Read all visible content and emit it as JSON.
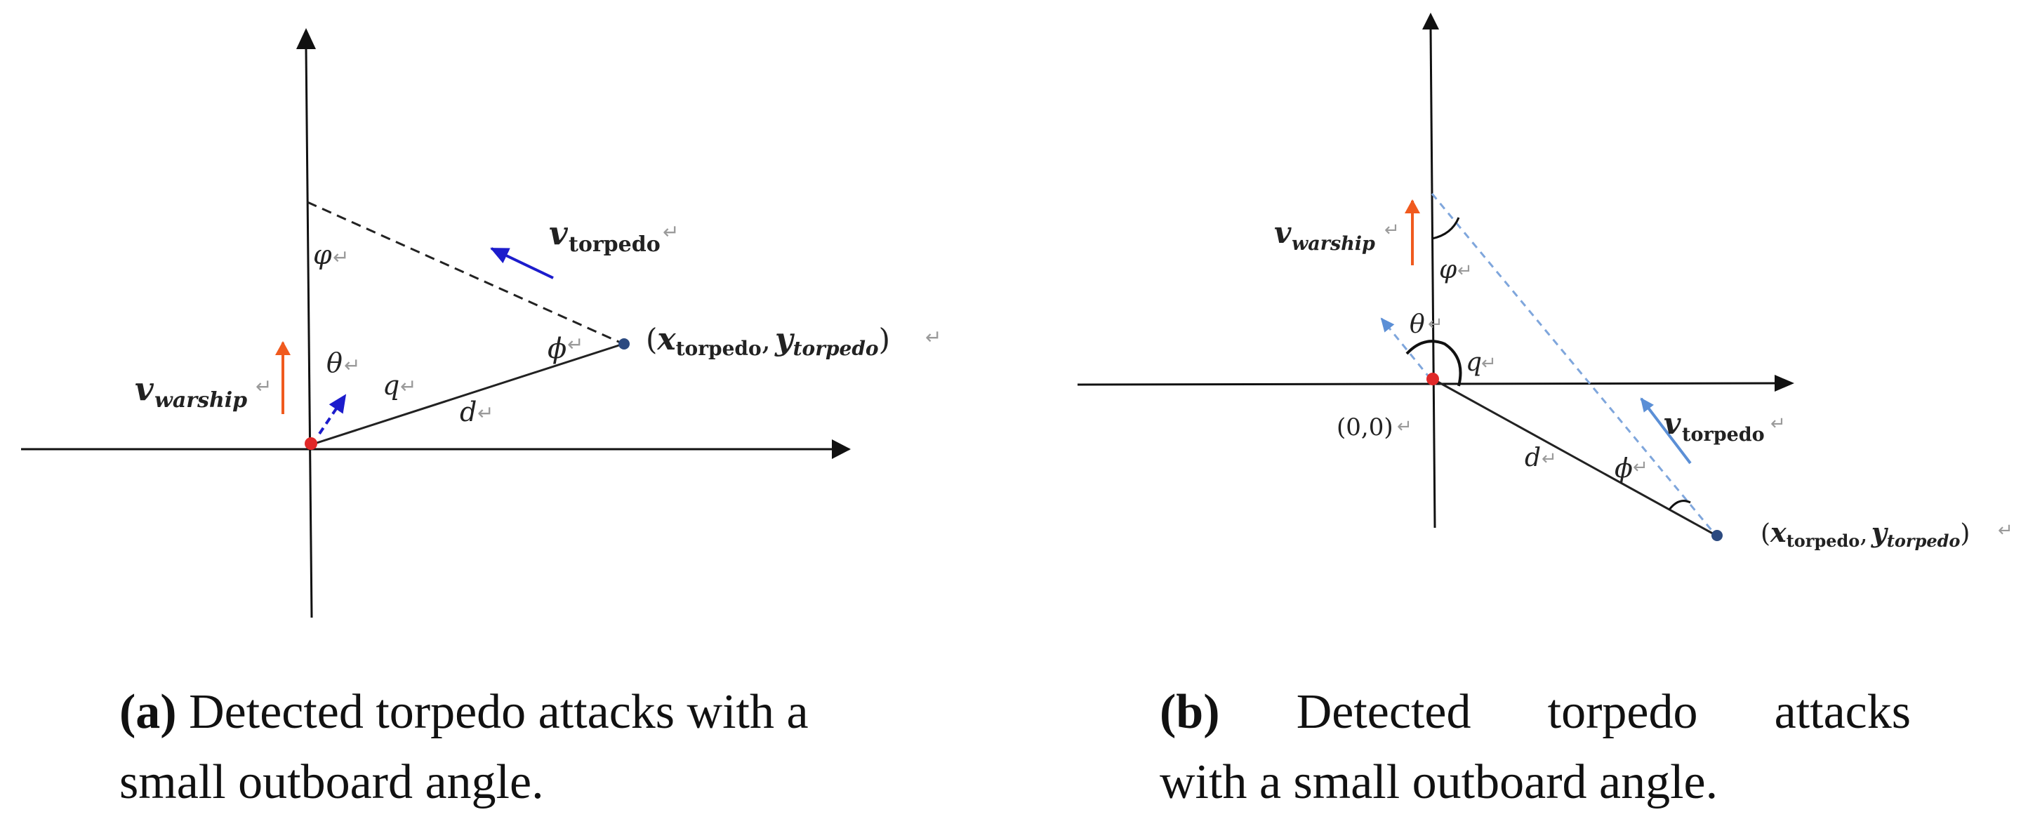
{
  "panel_a": {
    "labels": {
      "v_torpedo": "v",
      "v_torpedo_sub": "torpedo",
      "v_warship": "v",
      "v_warship_sub": "warship",
      "varphi": "φ",
      "theta": "θ",
      "q": "q",
      "d": "d",
      "phi": "ϕ",
      "coord_open": "(",
      "coord_x": "x",
      "coord_x_sub": "torpedo",
      "coord_sep": ",",
      "coord_y": "y",
      "coord_y_sub": "torpedo",
      "coord_close": ")"
    },
    "caption_tag": "(a)",
    "caption_text": "Detected torpedo attacks with a small outboard angle."
  },
  "panel_b": {
    "labels": {
      "v_torpedo": "v",
      "v_torpedo_sub": "torpedo",
      "v_warship": "v",
      "v_warship_sub": "warship",
      "varphi": "φ",
      "theta": "θ",
      "q": "q",
      "d": "d",
      "phi": "ϕ",
      "origin": "(0,0)",
      "coord_open": "(",
      "coord_x": "x",
      "coord_x_sub": "torpedo",
      "coord_sep": ",",
      "coord_y": "y",
      "coord_y_sub": "torpedo",
      "coord_close": ")"
    },
    "caption_tag": "(b)",
    "caption_line1_words": [
      "Detected",
      "torpedo",
      "attacks"
    ],
    "caption_line2": "with a small outboard angle."
  },
  "return_glyph": "↵",
  "colors": {
    "axis": "#111111",
    "warship_arrow": "#f05a1e",
    "torpedo_arrow_a": "#1c1ccc",
    "torpedo_arrow_b": "#5b8fd6",
    "origin_dot": "#e02828",
    "torpedo_dot": "#2c4a80",
    "dashed_b": "#7fa6dc"
  }
}
